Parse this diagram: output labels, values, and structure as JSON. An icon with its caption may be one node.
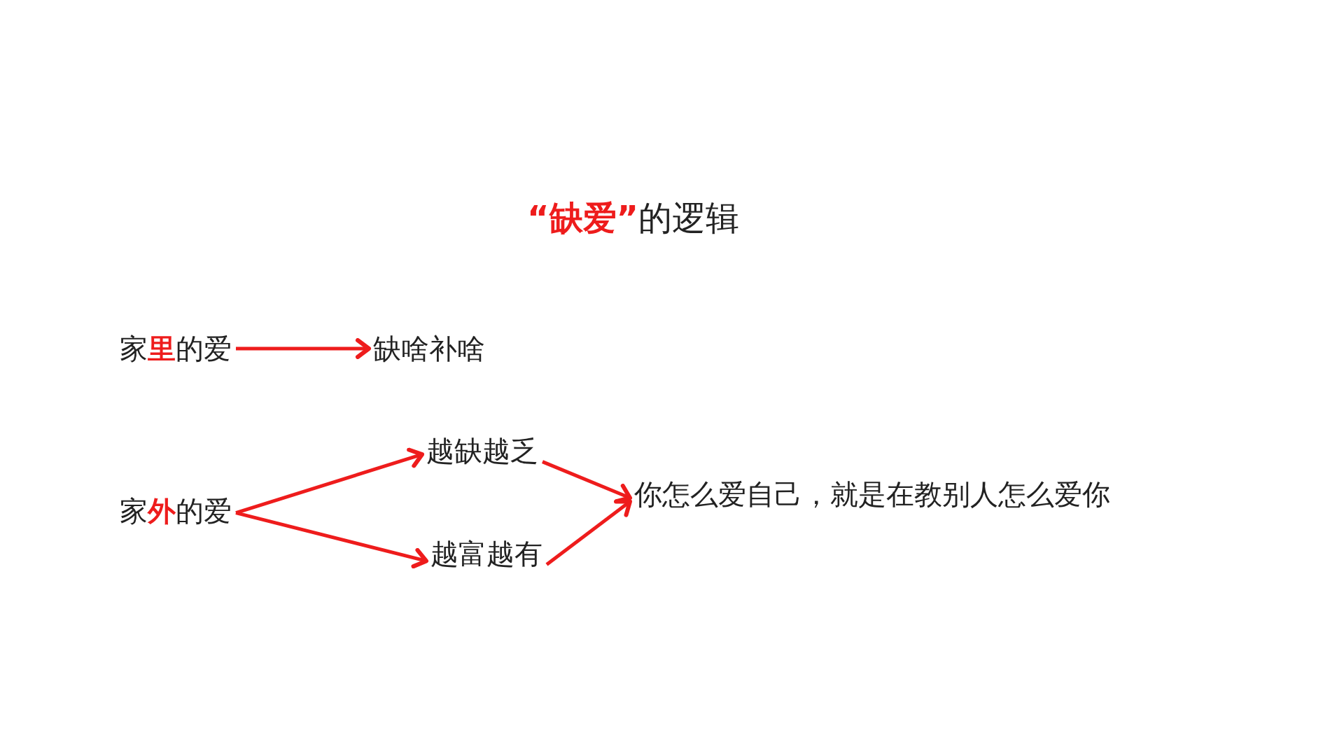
{
  "diagram": {
    "title": "**“缺爱”**的逻辑",
    "nodes": [
      {
        "text": [
          "家**里**的爱"
        ]
      },
      {
        "text": [
          "缺啥补啥"
        ]
      },
      {
        "text": [
          "家**外**的爱"
        ]
      },
      {
        "text": [
          "越缺越乏"
        ]
      },
      {
        "text": [
          "越富越有"
        ]
      },
      {
        "text": [
          "你怎么爱自己，就是在教别人怎么爱你"
        ]
      }
    ],
    "edges": [
      {
        "from": 0,
        "to": 1,
        "arrow": "to"
      },
      {
        "from": 2,
        "to": 3,
        "arrow": "to"
      },
      {
        "from": 2,
        "to": 4,
        "arrow": "to"
      },
      {
        "from": 3,
        "to": 5,
        "arrow": "to"
      },
      {
        "from": 4,
        "to": 5,
        "arrow": "to"
      }
    ]
  }
}
